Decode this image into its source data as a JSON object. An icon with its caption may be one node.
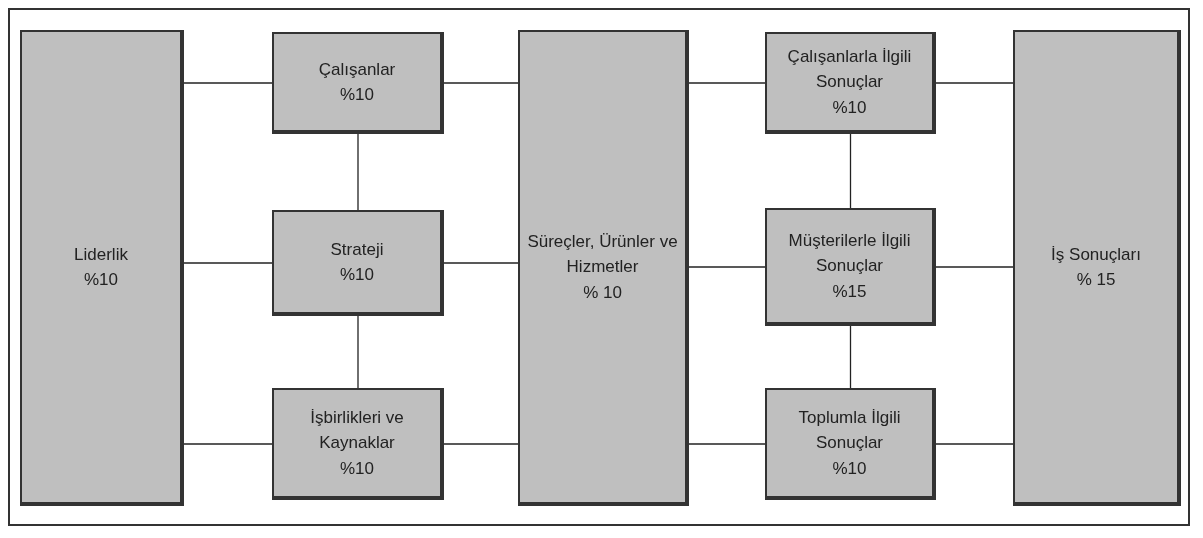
{
  "diagram": {
    "nodes": [
      {
        "text": [
          "Liderlik",
          "%10"
        ]
      },
      {
        "text": [
          "Çalışanlar",
          "%10"
        ]
      },
      {
        "text": [
          "Strateji",
          "%10"
        ]
      },
      {
        "text": [
          "İşbirlikleri ve Kaynaklar",
          "%10"
        ]
      },
      {
        "text": [
          "Süreçler, Ürünler ve Hizmetler",
          "% 10"
        ]
      },
      {
        "text": [
          "Çalışanlarla İlgili Sonuçlar",
          "%10"
        ]
      },
      {
        "text": [
          "Müşterilerle İlgili Sonuçlar",
          "%15"
        ]
      },
      {
        "text": [
          "Toplumla İlgili Sonuçlar",
          "%10"
        ]
      },
      {
        "text": [
          "İş Sonuçları",
          "% 15"
        ]
      }
    ],
    "edges": [
      {
        "from": 0,
        "to": 1,
        "arrow": "none"
      },
      {
        "from": 0,
        "to": 2,
        "arrow": "none"
      },
      {
        "from": 0,
        "to": 3,
        "arrow": "none"
      },
      {
        "from": 1,
        "to": 2,
        "arrow": "none"
      },
      {
        "from": 2,
        "to": 3,
        "arrow": "none"
      },
      {
        "from": 1,
        "to": 4,
        "arrow": "none"
      },
      {
        "from": 2,
        "to": 4,
        "arrow": "none"
      },
      {
        "from": 3,
        "to": 4,
        "arrow": "none"
      },
      {
        "from": 4,
        "to": 5,
        "arrow": "none"
      },
      {
        "from": 4,
        "to": 6,
        "arrow": "none"
      },
      {
        "from": 4,
        "to": 7,
        "arrow": "none"
      },
      {
        "from": 5,
        "to": 6,
        "arrow": "none"
      },
      {
        "from": 6,
        "to": 7,
        "arrow": "none"
      },
      {
        "from": 5,
        "to": 8,
        "arrow": "none"
      },
      {
        "from": 6,
        "to": 8,
        "arrow": "none"
      },
      {
        "from": 7,
        "to": 8,
        "arrow": "none"
      }
    ]
  }
}
